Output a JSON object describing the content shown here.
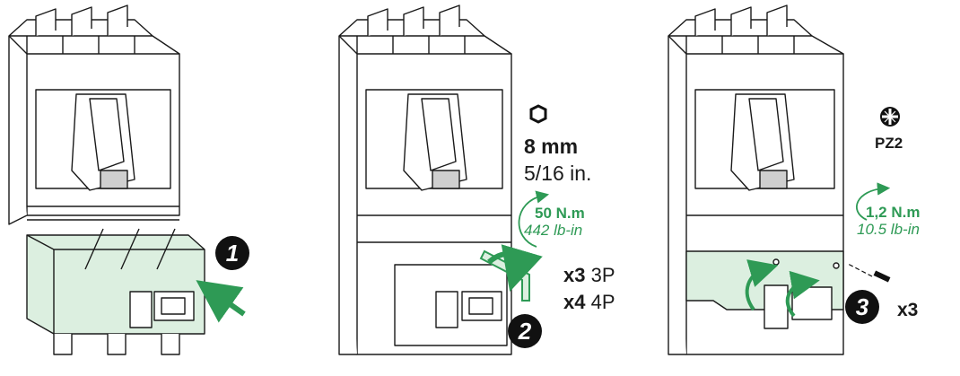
{
  "steps": [
    {
      "number": "1"
    },
    {
      "number": "2",
      "tool_icon": "hex-socket-icon",
      "tool_size_metric": "8 mm",
      "tool_size_imperial": "5/16 in.",
      "torque_metric": "50 N.m",
      "torque_imperial": "442 lb-in",
      "quantities": [
        {
          "count": "x3",
          "poles": "3P"
        },
        {
          "count": "x4",
          "poles": "4P"
        }
      ]
    },
    {
      "number": "3",
      "tool_icon": "pozidriv-icon",
      "tool_name": "PZ2",
      "torque_metric": "1,2 N.m",
      "torque_imperial": "10.5 lb-in",
      "quantity": "x3"
    }
  ],
  "colors": {
    "accent": "#2e9a55",
    "cover_fill": "#dcefe0",
    "outline": "#1a1a1a",
    "ink": "#111111"
  }
}
